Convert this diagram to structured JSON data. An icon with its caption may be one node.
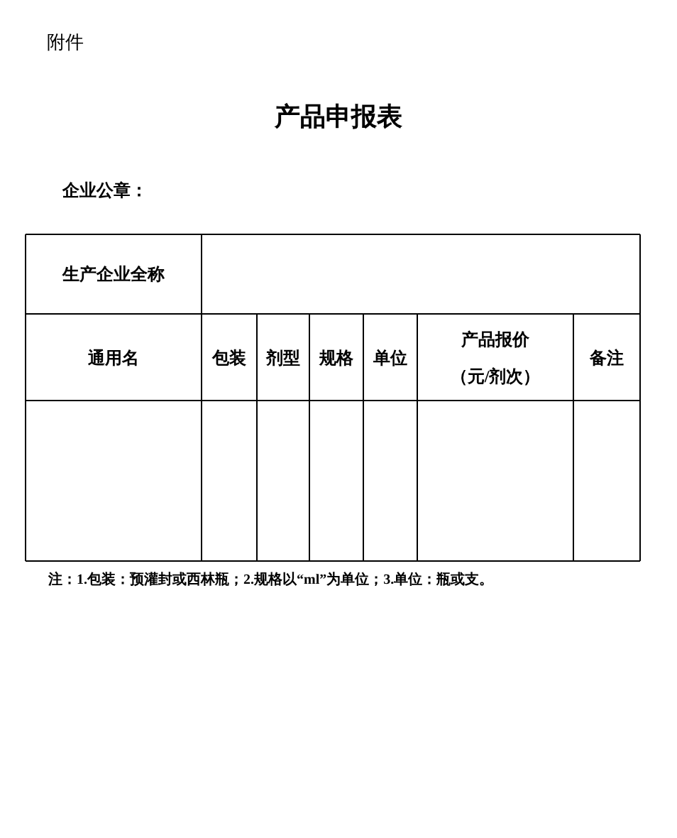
{
  "diagram": {
    "title": "产品申报表",
    "labels": [
      "附件",
      "企业公章：",
      "生产企业全称",
      "通用名",
      "包装",
      "剂型",
      "规格",
      "单位",
      "产品报价（元/剂次）",
      "备注",
      "注：1.包装：预灌封或西林瓶；2.规格以“ml”为单位；3.单位：瓶或支。"
    ]
  }
}
